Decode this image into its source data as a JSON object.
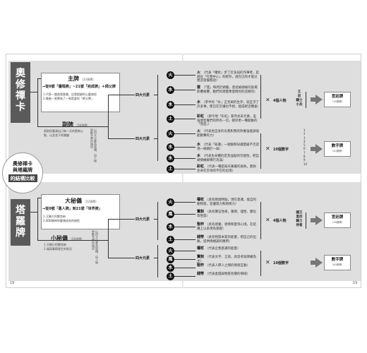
{
  "book": {
    "page_left": "19",
    "page_right": "19"
  },
  "center": {
    "line1": "奧修禪卡",
    "line2": "與塔羅牌",
    "sub": "的結構比較"
  },
  "osho": {
    "title_chars": [
      "奧",
      "修",
      "禪",
      "卡"
    ],
    "major": {
      "title": "主牌",
      "count": "（23張牌）",
      "seq": "→從0號「優瑪牌」~21號「完成牌」＋師父牌",
      "desc": "1.代表一論曲我意識，自我超越的心靈旅程\n2.最後一張牌為了一張是虛的「師父牌」"
    },
    "minor": {
      "title": "副牌",
      "count": "（56張牌）",
      "desc": "幫助您看清自己每一天的更新心態、以及並下的樂趣",
      "note": "以四大元素為架構，由人物與數字牌所組成"
    },
    "four_elements": "四大元素",
    "elements_top": [
      {
        "char": "火",
        "name": "火",
        "desc": "（代表「權杖」步了於多屆的作事者，是燒化「在我中心」的經卦，透在已的才能災墨造發展態說）"
      },
      {
        "char": "水",
        "name": "雲",
        "desc": "（「雲」每周於頭腦，意遮被頭被的氣場影響被響，動們的潤量像發情的的這樹的）"
      },
      {
        "char": "水",
        "name": "水",
        "desc": "（爭半的「水」正見刷的生存，就互浮了許多事，使已在於讓也不想，能成經這種會）"
      },
      {
        "char": "土",
        "name": "彩虹",
        "desc": "（即今現「彩虹」家月式未元素，差強發智覺們的所有一切，都另更一種能動的「而是」）"
      }
    ],
    "people": "4個人物",
    "ranks": [
      "王",
      "后",
      "騎士",
      "小兵"
    ],
    "court_result": {
      "title": "宮廷牌",
      "count": "（16張牌）"
    },
    "elements_bottom": [
      {
        "char": "火",
        "name": "火",
        "desc": "（代表坐自身的光我對我的改養強能調協能數聲有力）"
      },
      {
        "char": "水",
        "name": "水",
        "desc": "（代表「知識」一頭腦和知識量級不否認現一頭頭於一與）"
      },
      {
        "char": "水",
        "name": "水",
        "desc": "（代表生命體的定及強點的可能性，把自頭情緒解釋行為滿）"
      },
      {
        "char": "土",
        "name": "彩虹",
        "desc": "（代表一種是與天賓屬的與負，無負生命在於地的不在的出現）"
      }
    ],
    "numbers": "10個數字",
    "num_list": [
      "1",
      "2",
      "3",
      "4",
      "5",
      "6",
      "7",
      "8",
      "9",
      "10"
    ],
    "pip_result": {
      "title": "數字牌",
      "count": "（40張牌）"
    }
  },
  "tarot": {
    "title_chars": [
      "塔",
      "羅",
      "牌"
    ],
    "major": {
      "title": "大秘儀",
      "count": "（22張牌）",
      "seq": "→從0號「愚人牌」到21號「世界牌」",
      "desc": "1.又稱大阿爾克納\n2.探索精神與靈魂成長的旅程"
    },
    "minor": {
      "title": "小秘儀",
      "count": "（56張牌）",
      "desc": "1.又稱小阿爾克納\n2.描寫事際發生的狀況",
      "note": "以四大元素為架構，由人物與數字牌所組成"
    },
    "four_elements": "四大元素",
    "elements_top": [
      {
        "char": "火",
        "name": "權杖",
        "desc": "（具有燃燒特點，現在意識，能自的動物質，是優質力和熱情力）"
      },
      {
        "char": "風",
        "name": "寶劍",
        "desc": "（具有寶石性格，寬明、理性、變化等性質）"
      },
      {
        "char": "水",
        "name": "聖杯",
        "desc": "（具有感覺、感情和愛等心境，在結構上以表現為基礎）"
      },
      {
        "char": "土",
        "name": "錢幣",
        "desc": "（具有物質本質的能量，把自己的出路，提供情緒調的應用）"
      }
    ],
    "people": "4個人物",
    "ranks": [
      "國王",
      "皇后",
      "騎士",
      "侍者"
    ],
    "court_result": {
      "title": "宮廷牌",
      "count": "（16張牌）"
    },
    "elements_bottom": [
      {
        "char": "火",
        "name": "權杖",
        "desc": "（代表企我意識的能量）"
      },
      {
        "char": "風",
        "name": "寶劍",
        "desc": "（代表文字、言語，具思考與情緒為主）"
      },
      {
        "char": "水",
        "name": "聖杯",
        "desc": "（代表人際人之間的情感互動）"
      },
      {
        "char": "土",
        "name": "錢幣",
        "desc": "（代表金錢與物質有關的場域）"
      }
    ],
    "numbers": "10個數字",
    "pip_result": {
      "title": "數字牌",
      "count": "（40張牌）"
    }
  }
}
